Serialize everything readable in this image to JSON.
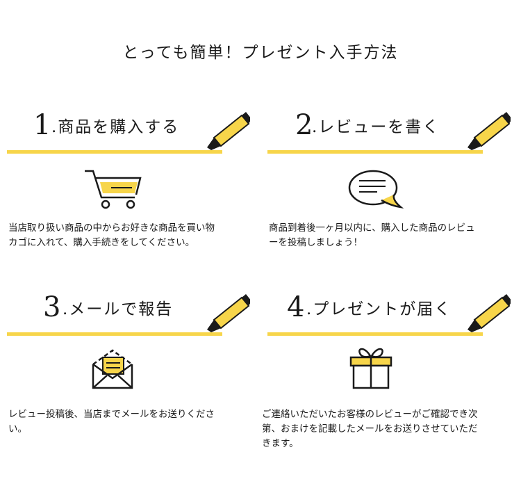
{
  "page": {
    "title": "とっても簡単！プレゼント入手方法"
  },
  "steps": [
    {
      "number": "1",
      "label": ".商品を購入する",
      "description": "当店取り扱い商品の中からお好きな商品を買い物カゴに入れて、購入手続きをしてください。",
      "icon": "shopping-cart-icon"
    },
    {
      "number": "2",
      "label": ".レビューを書く",
      "description": "商品到着後一ヶ月以内に、購入した商品のレビューを投稿しましょう！",
      "icon": "speech-bubble-icon"
    },
    {
      "number": "3",
      "label": ".メールで報告",
      "description": "レビュー投稿後、当店までメールをお送りください。",
      "icon": "envelope-icon"
    },
    {
      "number": "4",
      "label": ".プレゼントが届く",
      "description": "ご連絡いただいたお客様のレビューがご確認でき次第、おまけを記載したメールをお送りさせていただきます。",
      "icon": "gift-box-icon"
    }
  ],
  "colors": {
    "accent": "#f7d54a",
    "ink": "#1a1a1a"
  }
}
